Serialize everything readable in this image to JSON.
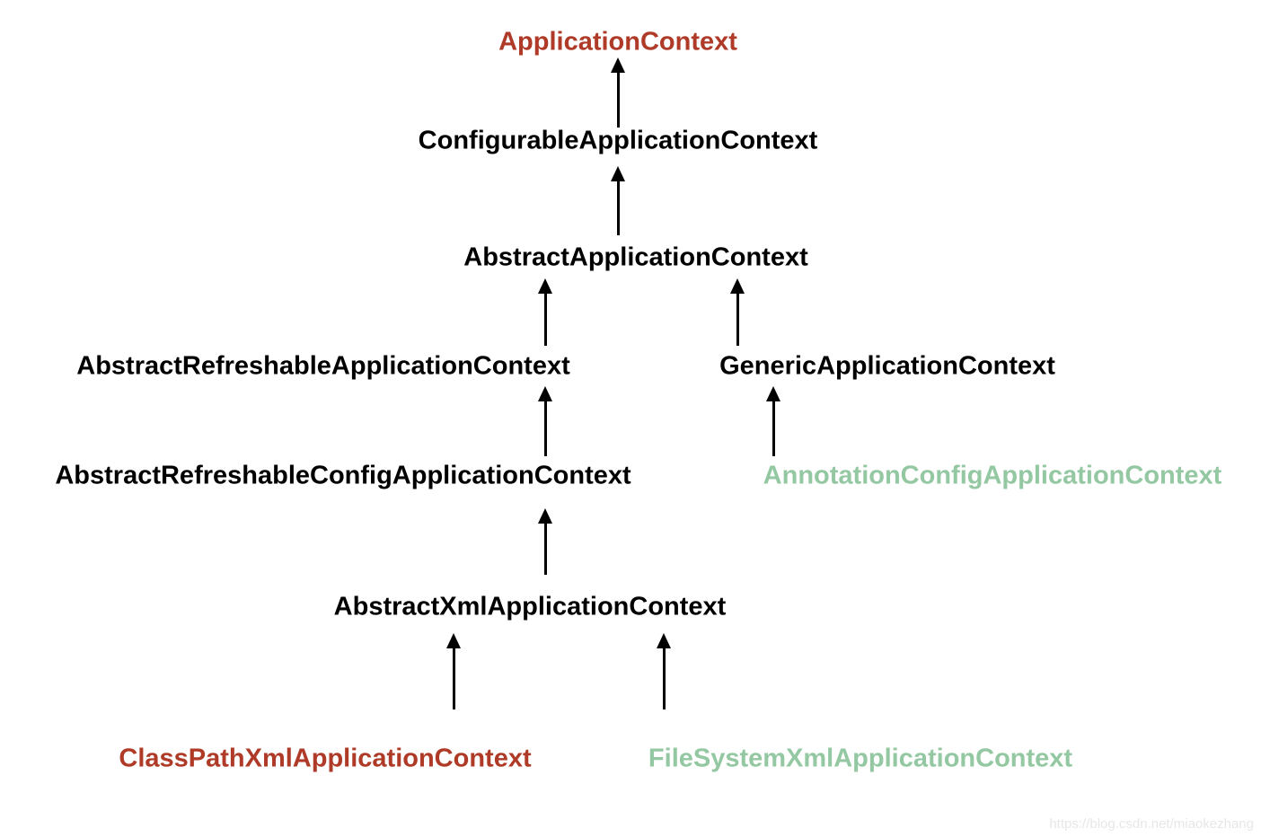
{
  "diagram": {
    "title_semantics": "Spring ApplicationContext class hierarchy",
    "colors": {
      "highlight_red": "#AE3A27",
      "highlight_green": "#94C8A2",
      "default_black": "#000000",
      "arrow": "#000000",
      "background": "#ffffff"
    },
    "nodes": {
      "application_context": {
        "label": "ApplicationContext",
        "color": "#AE3A27"
      },
      "configurable_application_context": {
        "label": "ConfigurableApplicationContext",
        "color": "#000000"
      },
      "abstract_application_context": {
        "label": "AbstractApplicationContext",
        "color": "#000000"
      },
      "abstract_refreshable_application_context": {
        "label": "AbstractRefreshableApplicationContext",
        "color": "#000000"
      },
      "generic_application_context": {
        "label": "GenericApplicationContext",
        "color": "#000000"
      },
      "abstract_refreshable_config_application_context": {
        "label": "AbstractRefreshableConfigApplicationContext",
        "color": "#000000"
      },
      "annotation_config_application_context": {
        "label": "AnnotationConfigApplicationContext",
        "color": "#94C8A2"
      },
      "abstract_xml_application_context": {
        "label": "AbstractXmlApplicationContext",
        "color": "#000000"
      },
      "class_path_xml_application_context": {
        "label": "ClassPathXmlApplicationContext",
        "color": "#AE3A27"
      },
      "file_system_xml_application_context": {
        "label": "FileSystemXmlApplicationContext",
        "color": "#94C8A2"
      }
    },
    "edges": [
      {
        "from": "configurable_application_context",
        "to": "application_context"
      },
      {
        "from": "abstract_application_context",
        "to": "configurable_application_context"
      },
      {
        "from": "abstract_refreshable_application_context",
        "to": "abstract_application_context"
      },
      {
        "from": "generic_application_context",
        "to": "abstract_application_context"
      },
      {
        "from": "abstract_refreshable_config_application_context",
        "to": "abstract_refreshable_application_context"
      },
      {
        "from": "annotation_config_application_context",
        "to": "generic_application_context"
      },
      {
        "from": "abstract_xml_application_context",
        "to": "abstract_refreshable_config_application_context"
      },
      {
        "from": "class_path_xml_application_context",
        "to": "abstract_xml_application_context"
      },
      {
        "from": "file_system_xml_application_context",
        "to": "abstract_xml_application_context"
      }
    ]
  },
  "watermark": {
    "text": "https://blog.csdn.net/miaokezhang"
  }
}
